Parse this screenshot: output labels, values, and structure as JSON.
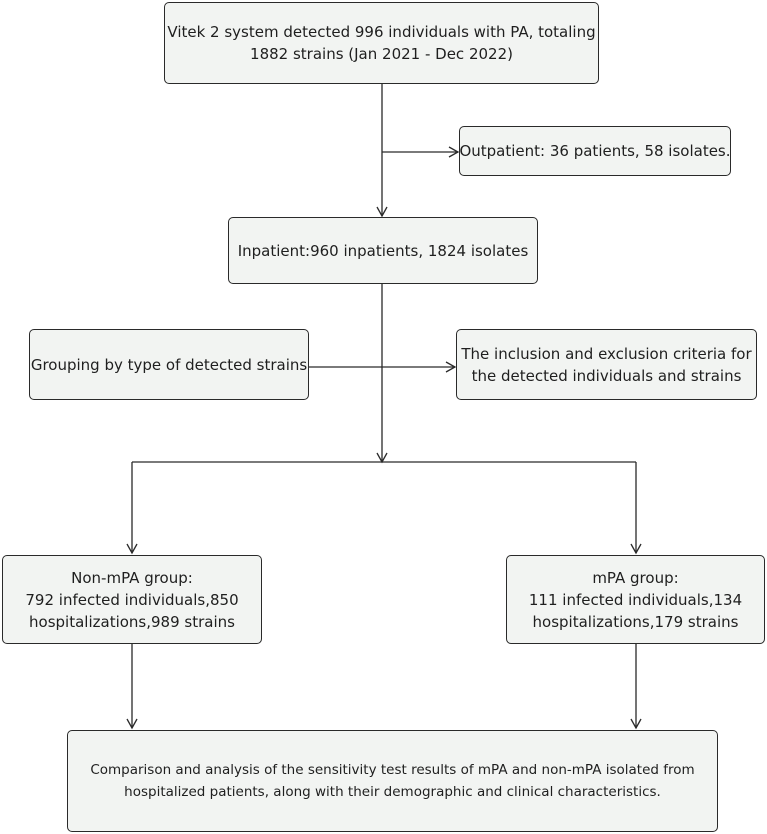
{
  "diagram": {
    "colors": {
      "box_fill": "#f2f4f2",
      "stroke": "#2a2a2a",
      "text": "#1f1f1f"
    },
    "nodes": {
      "source": {
        "lines": [
          "Vitek 2 system detected 996 individuals with PA, totaling",
          "1882 strains (Jan 2021 - Dec 2022)"
        ]
      },
      "outpatient": {
        "lines": [
          "Outpatient: 36 patients, 58 isolates."
        ]
      },
      "inpatient": {
        "lines": [
          "Inpatient:960 inpatients, 1824 isolates"
        ]
      },
      "grouping": {
        "lines": [
          "Grouping by type of detected strains"
        ]
      },
      "criteria": {
        "lines": [
          "The inclusion and exclusion criteria for",
          "the detected individuals and strains"
        ]
      },
      "non_mpa": {
        "lines": [
          "Non-mPA group:",
          "792 infected individuals,850",
          "hospitalizations,989 strains"
        ]
      },
      "mpa": {
        "lines": [
          "mPA group:",
          "111 infected individuals,134",
          "hospitalizations,179 strains"
        ]
      },
      "comparison": {
        "lines": [
          "Comparison and analysis of the sensitivity test results of mPA and non-mPA isolated from",
          "hospitalized patients, along with their demographic and clinical characteristics."
        ]
      }
    }
  }
}
